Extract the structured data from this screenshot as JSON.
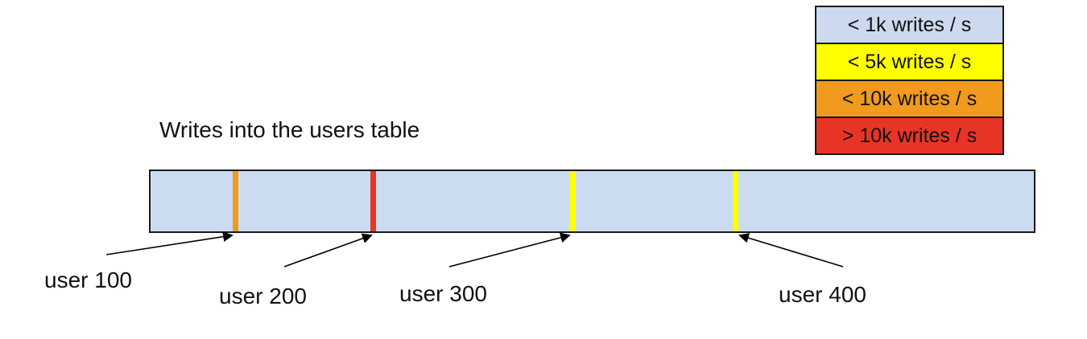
{
  "title": "Writes into the users table",
  "legend": {
    "items": [
      {
        "label": "< 1k writes / s",
        "color": "#ccd9ee"
      },
      {
        "label": "< 5k writes / s",
        "color": "#ffff00"
      },
      {
        "label": "< 10k writes / s",
        "color": "#f09a1e"
      },
      {
        "label": "> 10k writes / s",
        "color": "#e83425"
      }
    ]
  },
  "bar": {
    "fill": "#ccdcf0",
    "border": "#1a1a1a"
  },
  "markers": [
    {
      "label": "user 100",
      "color": "#f09a1e"
    },
    {
      "label": "user 200",
      "color": "#e83425"
    },
    {
      "label": "user 300",
      "color": "#ffff00"
    },
    {
      "label": "user 400",
      "color": "#ffff00"
    }
  ],
  "arrow_color": "#000000"
}
